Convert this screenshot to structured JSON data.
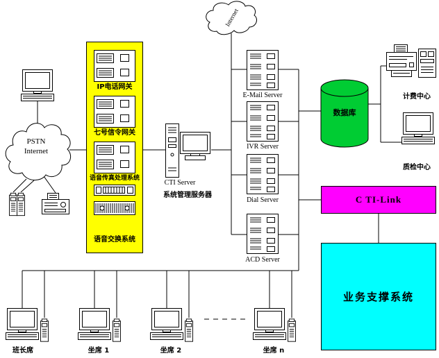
{
  "colors": {
    "system_box": "#ffff00",
    "database": "#00cc33",
    "cti_link": "#ff00ff",
    "business": "#00ffff"
  },
  "clouds": {
    "internet": {
      "label": "Internet"
    },
    "pstn": {
      "line1": "PSTN",
      "line2": "Internet"
    }
  },
  "voice_system": {
    "title": "语音交换系统",
    "ip_gateway_label": "IP电话网关",
    "ss7_gateway_label": "七号信令网关",
    "voice_fax_label": "语音传真处理系统"
  },
  "cti_server": {
    "line1": "CTI Server",
    "line2": "系统管理服务器"
  },
  "servers": [
    {
      "label": "E-Mail Server"
    },
    {
      "label": "IVR Server"
    },
    {
      "label": "Dial Server"
    },
    {
      "label": "ACD Server"
    }
  ],
  "database": {
    "label": "数据库"
  },
  "centers": {
    "billing": "计费中心",
    "qa": "质检中心"
  },
  "cti_link": {
    "label": "C TI-Link"
  },
  "business_support": {
    "label": "业务支撑系统"
  },
  "seats": [
    {
      "label": "班长席"
    },
    {
      "label": "坐席 1"
    },
    {
      "label": "坐席 2"
    },
    {
      "label": "坐席 n"
    }
  ],
  "icons": {
    "cloud": "svg-cloud-shape",
    "desktop-computer": "svg-monitor-keyboard",
    "telephone": "svg-phone",
    "fax-machine": "svg-fax",
    "gateway-server": "svg-lined-box",
    "rack-server": "svg-rack",
    "tower-pc": "svg-tower",
    "monitor": "svg-monitor",
    "printer": "svg-printer",
    "database": "svg-green-cylinder"
  }
}
